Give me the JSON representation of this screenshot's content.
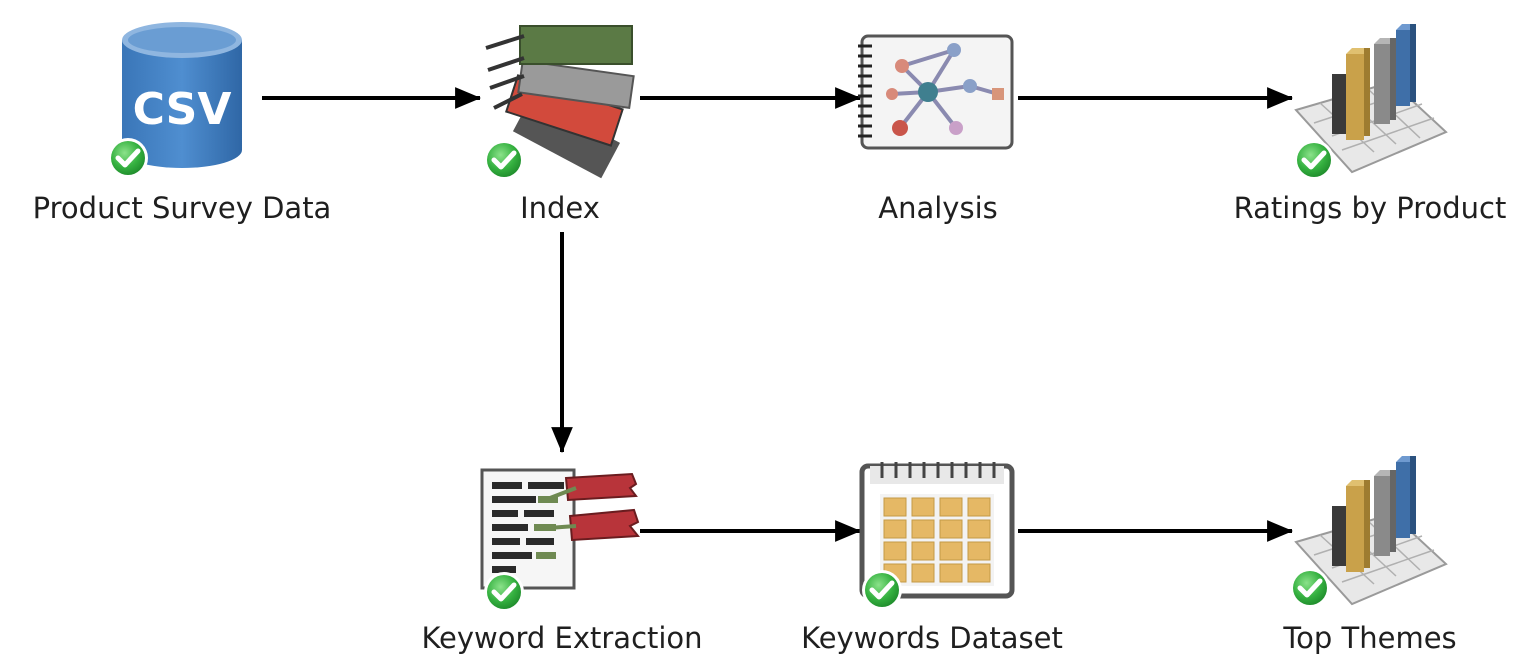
{
  "workflow": {
    "nodes": [
      {
        "id": "product-survey-data",
        "label": "Product Survey Data",
        "icon": "csv-database-icon",
        "status": "success",
        "icon_text": "CSV"
      },
      {
        "id": "index",
        "label": "Index",
        "icon": "index-tags-icon",
        "status": "success"
      },
      {
        "id": "analysis",
        "label": "Analysis",
        "icon": "analysis-notebook-icon",
        "status": "none"
      },
      {
        "id": "ratings-by-product",
        "label": "Ratings by Product",
        "icon": "bar-chart-3d-icon",
        "status": "success"
      },
      {
        "id": "keyword-extraction",
        "label": "Keyword Extraction",
        "icon": "keyword-extraction-icon",
        "status": "success"
      },
      {
        "id": "keywords-dataset",
        "label": "Keywords Dataset",
        "icon": "dataset-grid-icon",
        "status": "success"
      },
      {
        "id": "top-themes",
        "label": "Top Themes",
        "icon": "bar-chart-3d-icon",
        "status": "success"
      }
    ],
    "edges": [
      {
        "from": "product-survey-data",
        "to": "index"
      },
      {
        "from": "index",
        "to": "analysis"
      },
      {
        "from": "analysis",
        "to": "ratings-by-product"
      },
      {
        "from": "index",
        "to": "keyword-extraction"
      },
      {
        "from": "keyword-extraction",
        "to": "keywords-dataset"
      },
      {
        "from": "keywords-dataset",
        "to": "top-themes"
      }
    ],
    "colors": {
      "arrow": "#000000",
      "csv_blue": "#3f7fc0",
      "success_green": "#2fae3c",
      "index_green": "#5b7a45",
      "index_gray": "#8f8f8f",
      "index_red": "#d24a3c",
      "index_dark": "#555555",
      "grid_orange": "#e5b865",
      "bar_gold": "#c9a14a",
      "bar_gray": "#8a8a8a",
      "bar_blue": "#3f6fa8",
      "label_text": "#1f1f1f"
    }
  }
}
